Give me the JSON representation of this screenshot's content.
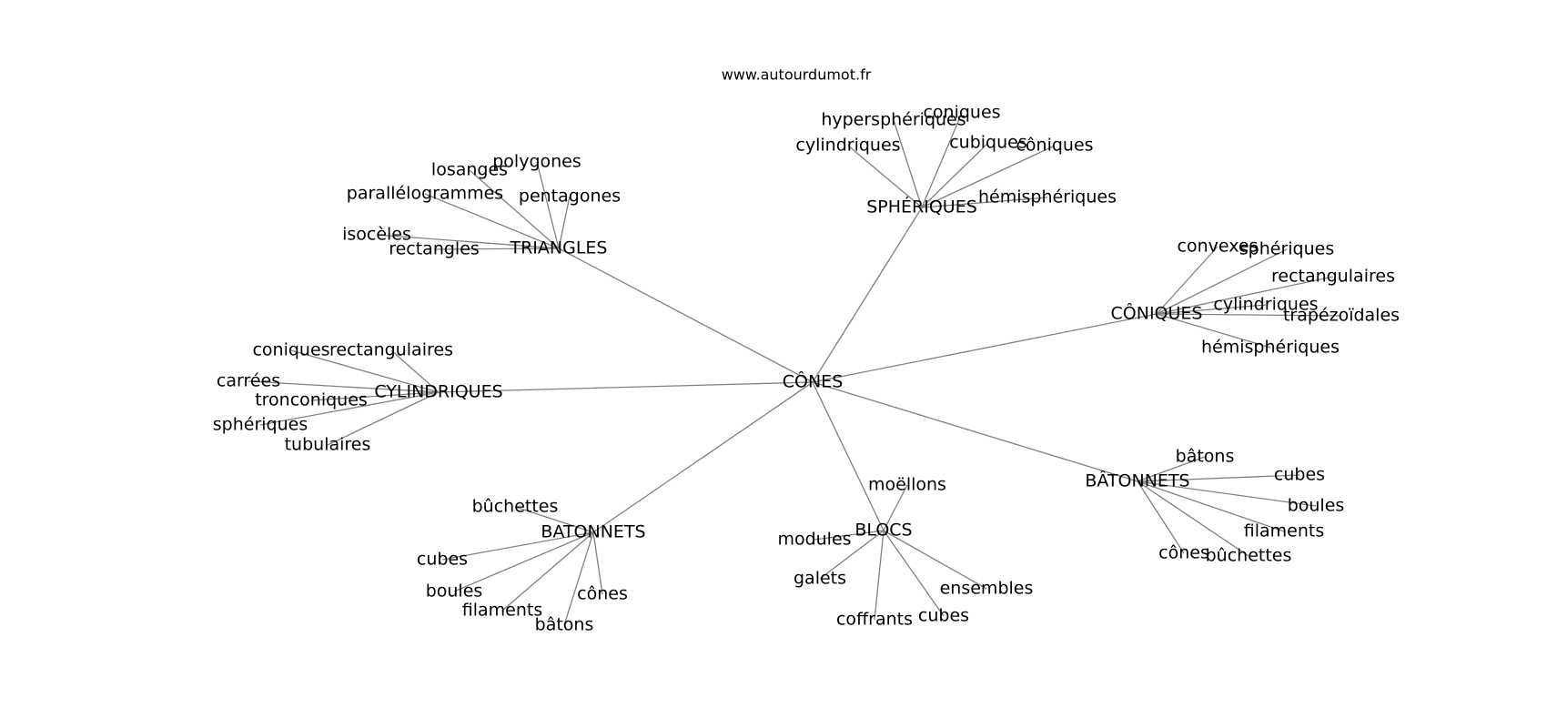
{
  "source": "www.autourdumot.fr",
  "root": {
    "id": "root",
    "label": "CÔNES"
  },
  "groups": [
    {
      "id": "triangles",
      "label": "TRIANGLES",
      "words": [
        "polygones",
        "losanges",
        "pentagones",
        "parallélogrammes",
        "isocèles",
        "rectangles"
      ]
    },
    {
      "id": "spheriques",
      "label": "SPHÉRIQUES",
      "words": [
        "coniques",
        "hypersphériques",
        "cylindriques",
        "cubiques",
        "côniques",
        "hémisphériques"
      ]
    },
    {
      "id": "coniques",
      "label": "CÔNIQUES",
      "words": [
        "convexes",
        "sphériques",
        "rectangulaires",
        "cylindriques",
        "trapézoïdales",
        "hémisphériques"
      ]
    },
    {
      "id": "cylindriques",
      "label": "CYLINDRIQUES",
      "words": [
        "coniques",
        "rectangulaires",
        "carrées",
        "tronconiques",
        "sphériques",
        "tubulaires"
      ]
    },
    {
      "id": "batonnets2",
      "label": "BÂTONNETS",
      "words": [
        "bâtons",
        "cubes",
        "boules",
        "filaments",
        "cônes",
        "bûchettes"
      ]
    },
    {
      "id": "blocs",
      "label": "BLOCS",
      "words": [
        "moëllons",
        "modules",
        "galets",
        "ensembles",
        "cubes",
        "coffrants"
      ]
    },
    {
      "id": "batonnets1",
      "label": "BATONNETS",
      "words": [
        "bûchettes",
        "cubes",
        "boules",
        "cônes",
        "filaments",
        "bâtons"
      ]
    }
  ]
}
